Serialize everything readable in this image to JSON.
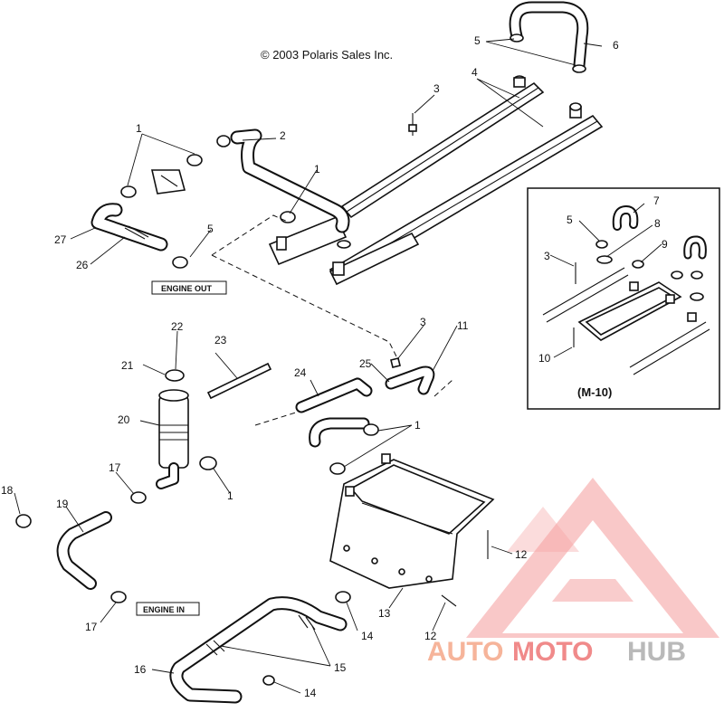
{
  "copyright": "© 2003 Polaris Sales Inc.",
  "tags": {
    "engine_out": "ENGINE OUT",
    "engine_in": "ENGINE IN"
  },
  "inset": {
    "title": "(M-10)"
  },
  "callouts": {
    "c1a": "1",
    "c1b": "1",
    "c1c": "1",
    "c1d": "1",
    "c2": "2",
    "c3a": "3",
    "c3b": "3",
    "c3c": "3",
    "c4": "4",
    "c5a": "5",
    "c5b": "5",
    "c5c": "5",
    "c6": "6",
    "c7": "7",
    "c8": "8",
    "c9": "9",
    "c10": "10",
    "c11": "11",
    "c12a": "12",
    "c12b": "12",
    "c13": "13",
    "c14a": "14",
    "c14b": "14",
    "c15": "15",
    "c16": "16",
    "c17a": "17",
    "c17b": "17",
    "c18": "18",
    "c19": "19",
    "c20": "20",
    "c21": "21",
    "c22": "22",
    "c23": "23",
    "c24": "24",
    "c25": "25",
    "c26": "26",
    "c27": "27"
  },
  "watermark": {
    "text_a": "AUTO",
    "text_b": "MOTO",
    "text_c": "HUB",
    "color_a": "#f6b49a",
    "color_b": "#f08a8a",
    "color_c": "#b9b9b9"
  }
}
